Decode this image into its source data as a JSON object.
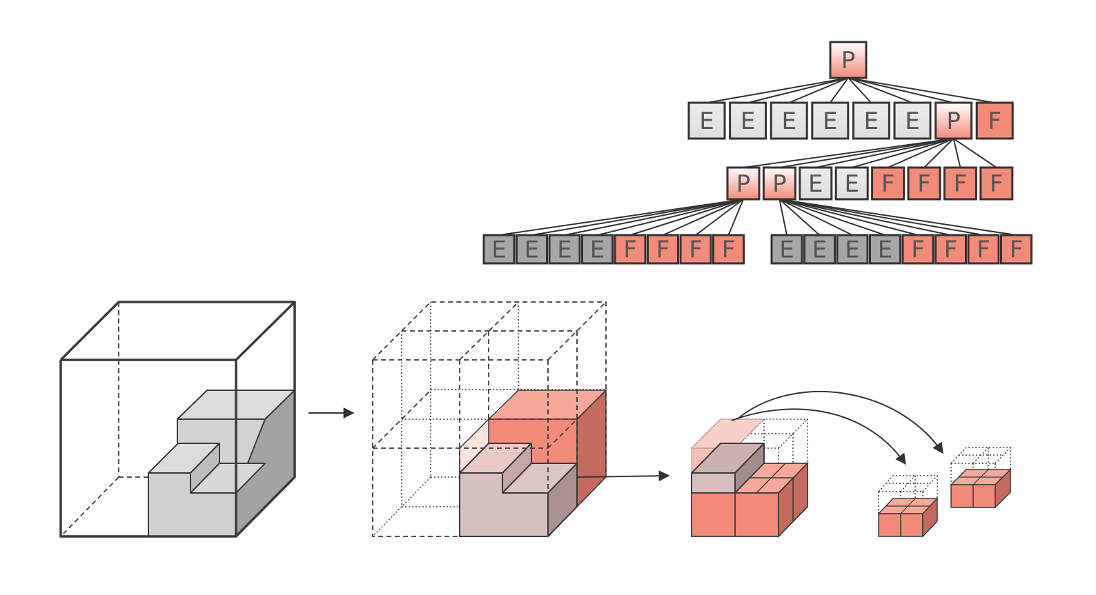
{
  "colors": {
    "partial": "#f4a99a",
    "full": "#f28b7a",
    "full_side": "#c56a5f",
    "empty_light": "#e6e6e6",
    "empty_dark": "#a6a6a6",
    "shape_front": "#d0d0d0",
    "shape_side": "#a3a3a3",
    "shape_top": "#dcdcdc",
    "edge": "#3a3a3a"
  },
  "tree": {
    "root": {
      "label": "P",
      "state": "partial"
    },
    "level1": [
      {
        "label": "E",
        "state": "empty_light"
      },
      {
        "label": "E",
        "state": "empty_light"
      },
      {
        "label": "E",
        "state": "empty_light"
      },
      {
        "label": "E",
        "state": "empty_light"
      },
      {
        "label": "E",
        "state": "empty_light"
      },
      {
        "label": "E",
        "state": "empty_light"
      },
      {
        "label": "P",
        "state": "partial"
      },
      {
        "label": "F",
        "state": "full"
      }
    ],
    "level2": [
      {
        "label": "P",
        "state": "partial"
      },
      {
        "label": "P",
        "state": "partial"
      },
      {
        "label": "E",
        "state": "empty_light"
      },
      {
        "label": "E",
        "state": "empty_light"
      },
      {
        "label": "F",
        "state": "full"
      },
      {
        "label": "F",
        "state": "full"
      },
      {
        "label": "F",
        "state": "full"
      },
      {
        "label": "F",
        "state": "full"
      }
    ],
    "level3_left": [
      {
        "label": "E",
        "state": "empty_dark"
      },
      {
        "label": "E",
        "state": "empty_dark"
      },
      {
        "label": "E",
        "state": "empty_dark"
      },
      {
        "label": "E",
        "state": "empty_dark"
      },
      {
        "label": "F",
        "state": "full"
      },
      {
        "label": "F",
        "state": "full"
      },
      {
        "label": "F",
        "state": "full"
      },
      {
        "label": "F",
        "state": "full"
      }
    ],
    "level3_right": [
      {
        "label": "E",
        "state": "empty_dark"
      },
      {
        "label": "E",
        "state": "empty_dark"
      },
      {
        "label": "E",
        "state": "empty_dark"
      },
      {
        "label": "E",
        "state": "empty_dark"
      },
      {
        "label": "F",
        "state": "full"
      },
      {
        "label": "F",
        "state": "full"
      },
      {
        "label": "F",
        "state": "full"
      },
      {
        "label": "F",
        "state": "full"
      }
    ]
  },
  "icons": {
    "arrow_1": "arrow-right-icon",
    "arrow_2": "arrow-right-icon",
    "curved_arrows": "curved-arrow-icon"
  }
}
